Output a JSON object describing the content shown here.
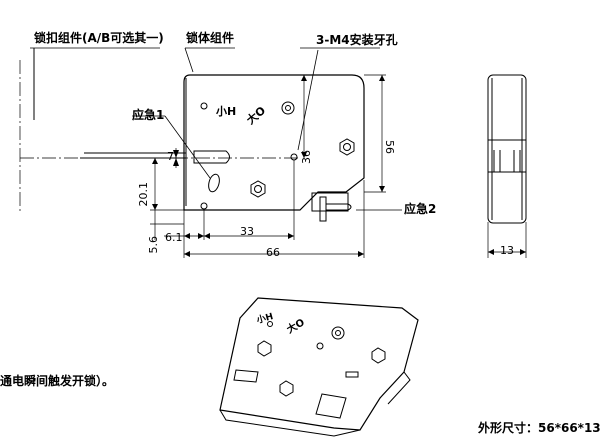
{
  "labels": {
    "latch_assembly": "锁扣组件(A/B可选其一)",
    "lock_body": "锁体组件",
    "mount_holes": "3-M4安装牙孔",
    "emergency_1": "应急1",
    "emergency_2": "应急2",
    "note": "通电瞬间触发开锁）。",
    "outline_size": "外形尺寸：56*66*13",
    "face_mark_left": "小H",
    "face_mark_right": "大O",
    "iso_mark_1": "大O",
    "iso_mark_2": "小H"
  },
  "dimensions": {
    "d7": "7",
    "d36": "36",
    "d56": "56",
    "d20_1": "20.1",
    "d5_6": "5.6",
    "d6_1": "6.1",
    "d33": "33",
    "d66": "66",
    "d13": "13"
  },
  "colors": {
    "line": "#000000",
    "background": "#ffffff"
  }
}
